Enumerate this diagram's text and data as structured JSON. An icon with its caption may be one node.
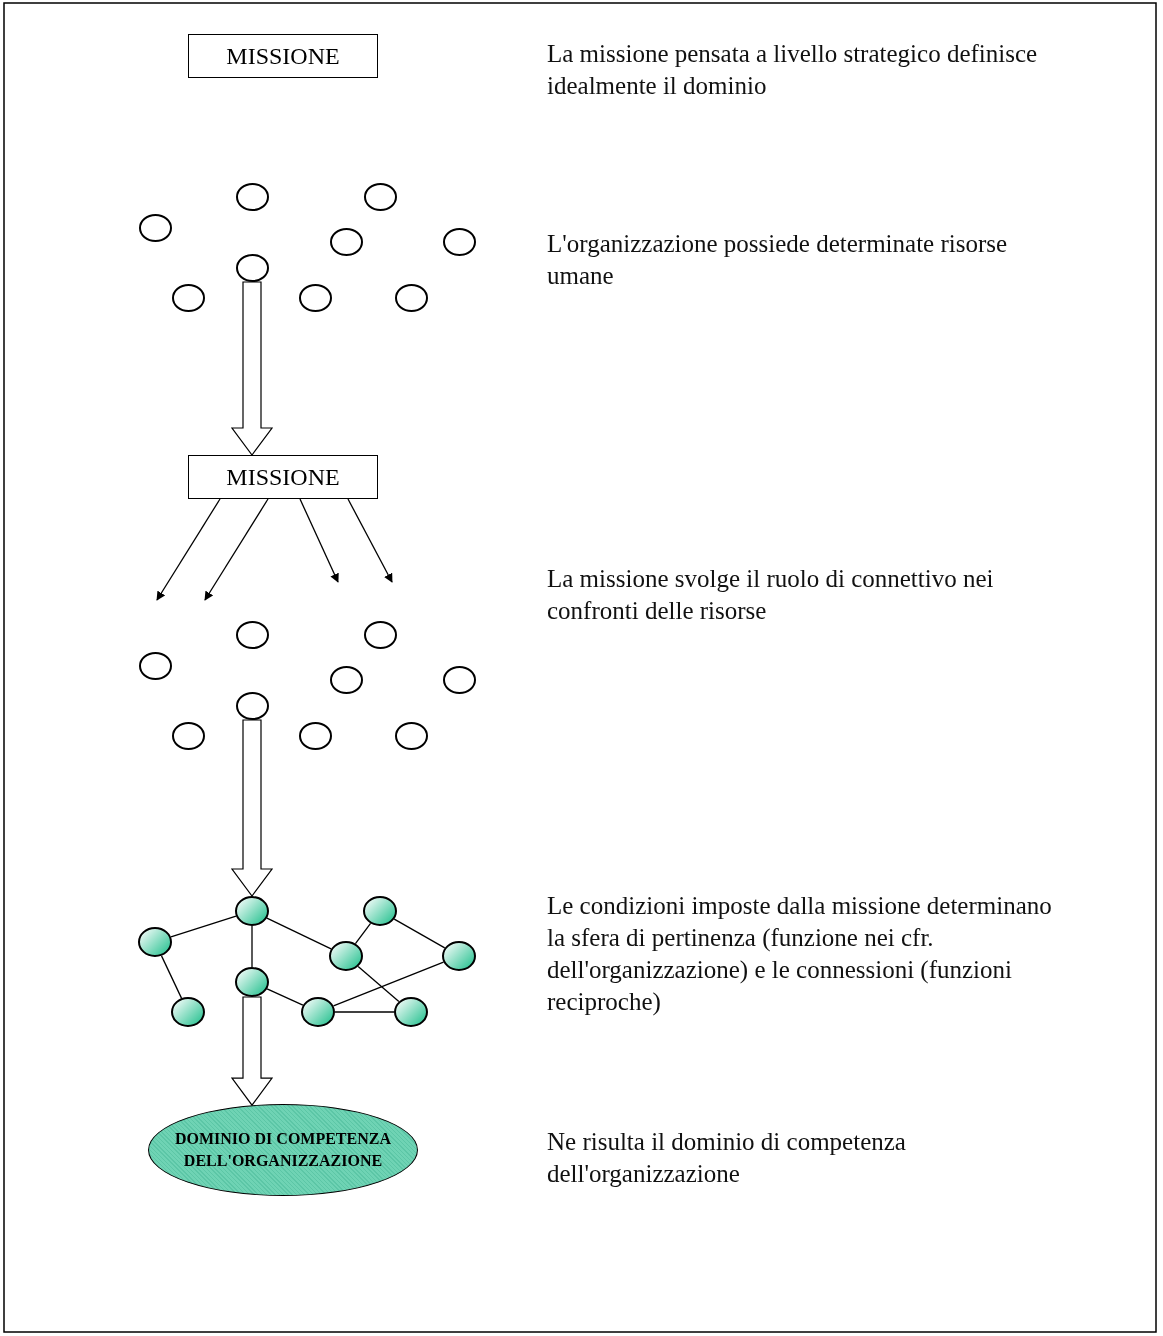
{
  "diagram": {
    "nodes": [
      {
        "text": [
          "MISSIONE"
        ]
      },
      {
        "text": [],
        "shape": "circle"
      },
      {
        "text": [],
        "shape": "circle"
      },
      {
        "text": [],
        "shape": "circle"
      },
      {
        "text": [],
        "shape": "circle"
      },
      {
        "text": [],
        "shape": "circle"
      },
      {
        "text": [],
        "shape": "circle"
      },
      {
        "text": [],
        "shape": "circle"
      },
      {
        "text": [],
        "shape": "circle"
      },
      {
        "text": [],
        "shape": "circle"
      },
      {
        "text": [
          "MISSIONE"
        ]
      },
      {
        "text": [],
        "shape": "circle"
      },
      {
        "text": [],
        "shape": "circle"
      },
      {
        "text": [],
        "shape": "circle"
      },
      {
        "text": [],
        "shape": "circle"
      },
      {
        "text": [],
        "shape": "circle"
      },
      {
        "text": [],
        "shape": "circle"
      },
      {
        "text": [],
        "shape": "circle"
      },
      {
        "text": [],
        "shape": "circle"
      },
      {
        "text": [],
        "shape": "circle"
      },
      {
        "text": [],
        "shape": "circle"
      },
      {
        "text": [],
        "shape": "circle"
      },
      {
        "text": [],
        "shape": "circle"
      },
      {
        "text": [],
        "shape": "circle"
      },
      {
        "text": [],
        "shape": "circle"
      },
      {
        "text": [],
        "shape": "circle"
      },
      {
        "text": [],
        "shape": "circle"
      },
      {
        "text": [],
        "shape": "circle"
      },
      {
        "text": [],
        "shape": "circle"
      },
      {
        "text": [
          "DOMINIO DI COMPETENZA DELL'ORGANIZZAZIONE"
        ]
      }
    ],
    "edges": [
      {
        "from": 6,
        "to": 10,
        "arrow": "to",
        "style": "thick"
      },
      {
        "from": 10,
        "to": null,
        "arrow": "to"
      },
      {
        "from": 10,
        "to": null,
        "arrow": "to"
      },
      {
        "from": 10,
        "to": null,
        "arrow": "to"
      },
      {
        "from": 10,
        "to": null,
        "arrow": "to"
      },
      {
        "from": 16,
        "to": 20,
        "arrow": "to",
        "style": "thick"
      },
      {
        "from": 25,
        "to": 29,
        "arrow": "to",
        "style": "thick"
      },
      {
        "from": 22,
        "to": 20,
        "arrow": "none"
      },
      {
        "from": 22,
        "to": 26,
        "arrow": "none"
      },
      {
        "from": 20,
        "to": 25,
        "arrow": "none"
      },
      {
        "from": 20,
        "to": 23,
        "arrow": "none"
      },
      {
        "from": 23,
        "to": 21,
        "arrow": "none"
      },
      {
        "from": 21,
        "to": 24,
        "arrow": "none"
      },
      {
        "from": 23,
        "to": 28,
        "arrow": "none"
      },
      {
        "from": 25,
        "to": 27,
        "arrow": "none"
      },
      {
        "from": 27,
        "to": 24,
        "arrow": "none"
      },
      {
        "from": 27,
        "to": 28,
        "arrow": "none"
      }
    ],
    "labels": [
      "La missione pensata a livello strategico definisce idealmente il dominio",
      "L'organizzazione possiede determinate risorse umane",
      "La missione svolge il ruolo di connettivo nei confronti delle risorse",
      "Le condizioni imposte dalla missione determinano la sfera di pertinenza (funzione nei cfr. dell'organizzazione) e le connessioni (funzioni reciproche)",
      "Ne risulta il dominio di competenza dell'organizzazione"
    ]
  }
}
